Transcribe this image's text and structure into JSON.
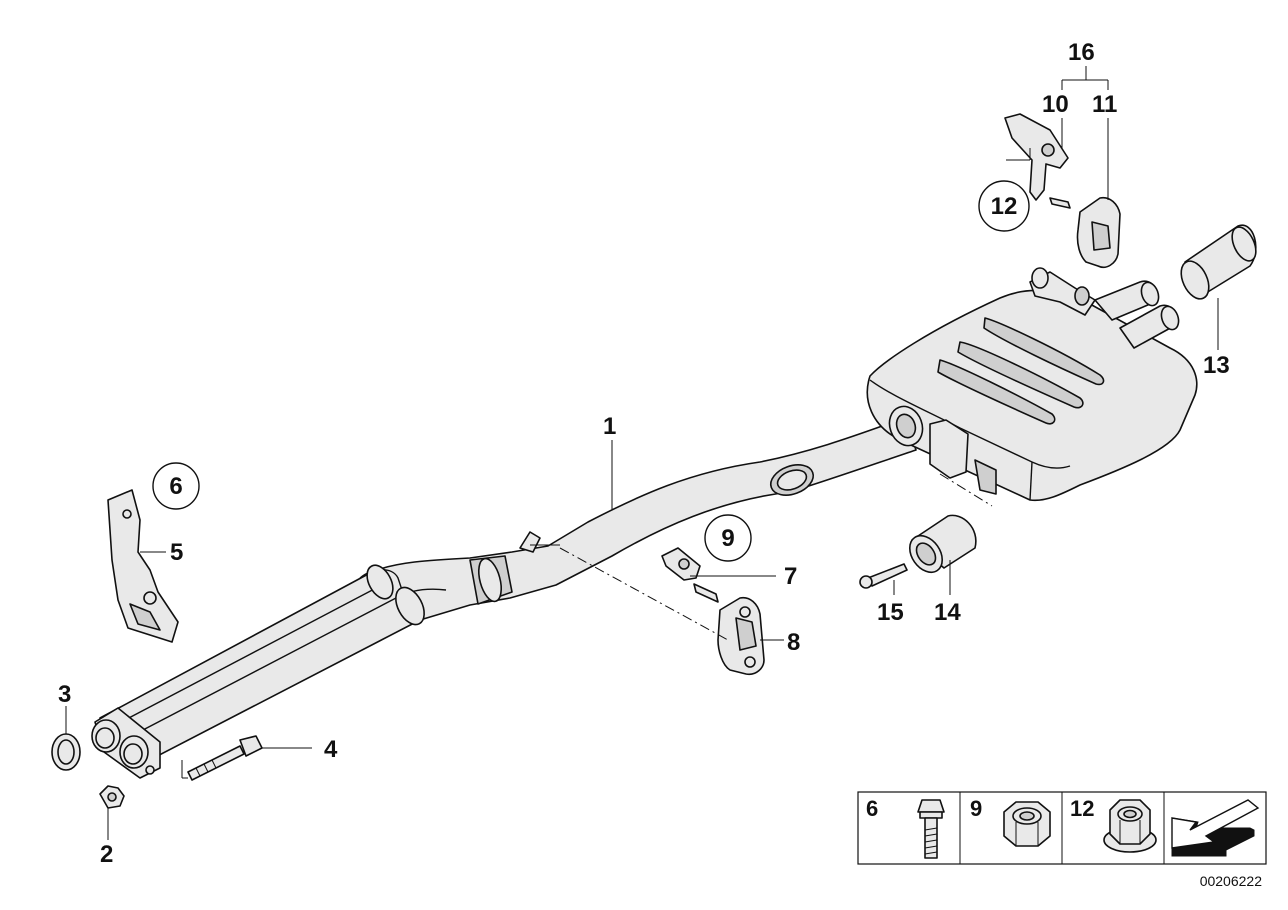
{
  "diagram": {
    "callouts": {
      "c1": "1",
      "c2": "2",
      "c3": "3",
      "c4": "4",
      "c5": "5",
      "c6": "6",
      "c7": "7",
      "c8": "8",
      "c9": "9",
      "c10": "10",
      "c11": "11",
      "c12": "12",
      "c13": "13",
      "c14": "14",
      "c15": "15",
      "c16": "16"
    },
    "legend": {
      "cells": [
        {
          "number": "6",
          "icon": "bolt-icon"
        },
        {
          "number": "9",
          "icon": "hex-nut-icon"
        },
        {
          "number": "12",
          "icon": "flange-nut-icon"
        },
        {
          "number": "",
          "icon": "direction-arrow-icon"
        }
      ]
    },
    "document_number": "00206222"
  }
}
